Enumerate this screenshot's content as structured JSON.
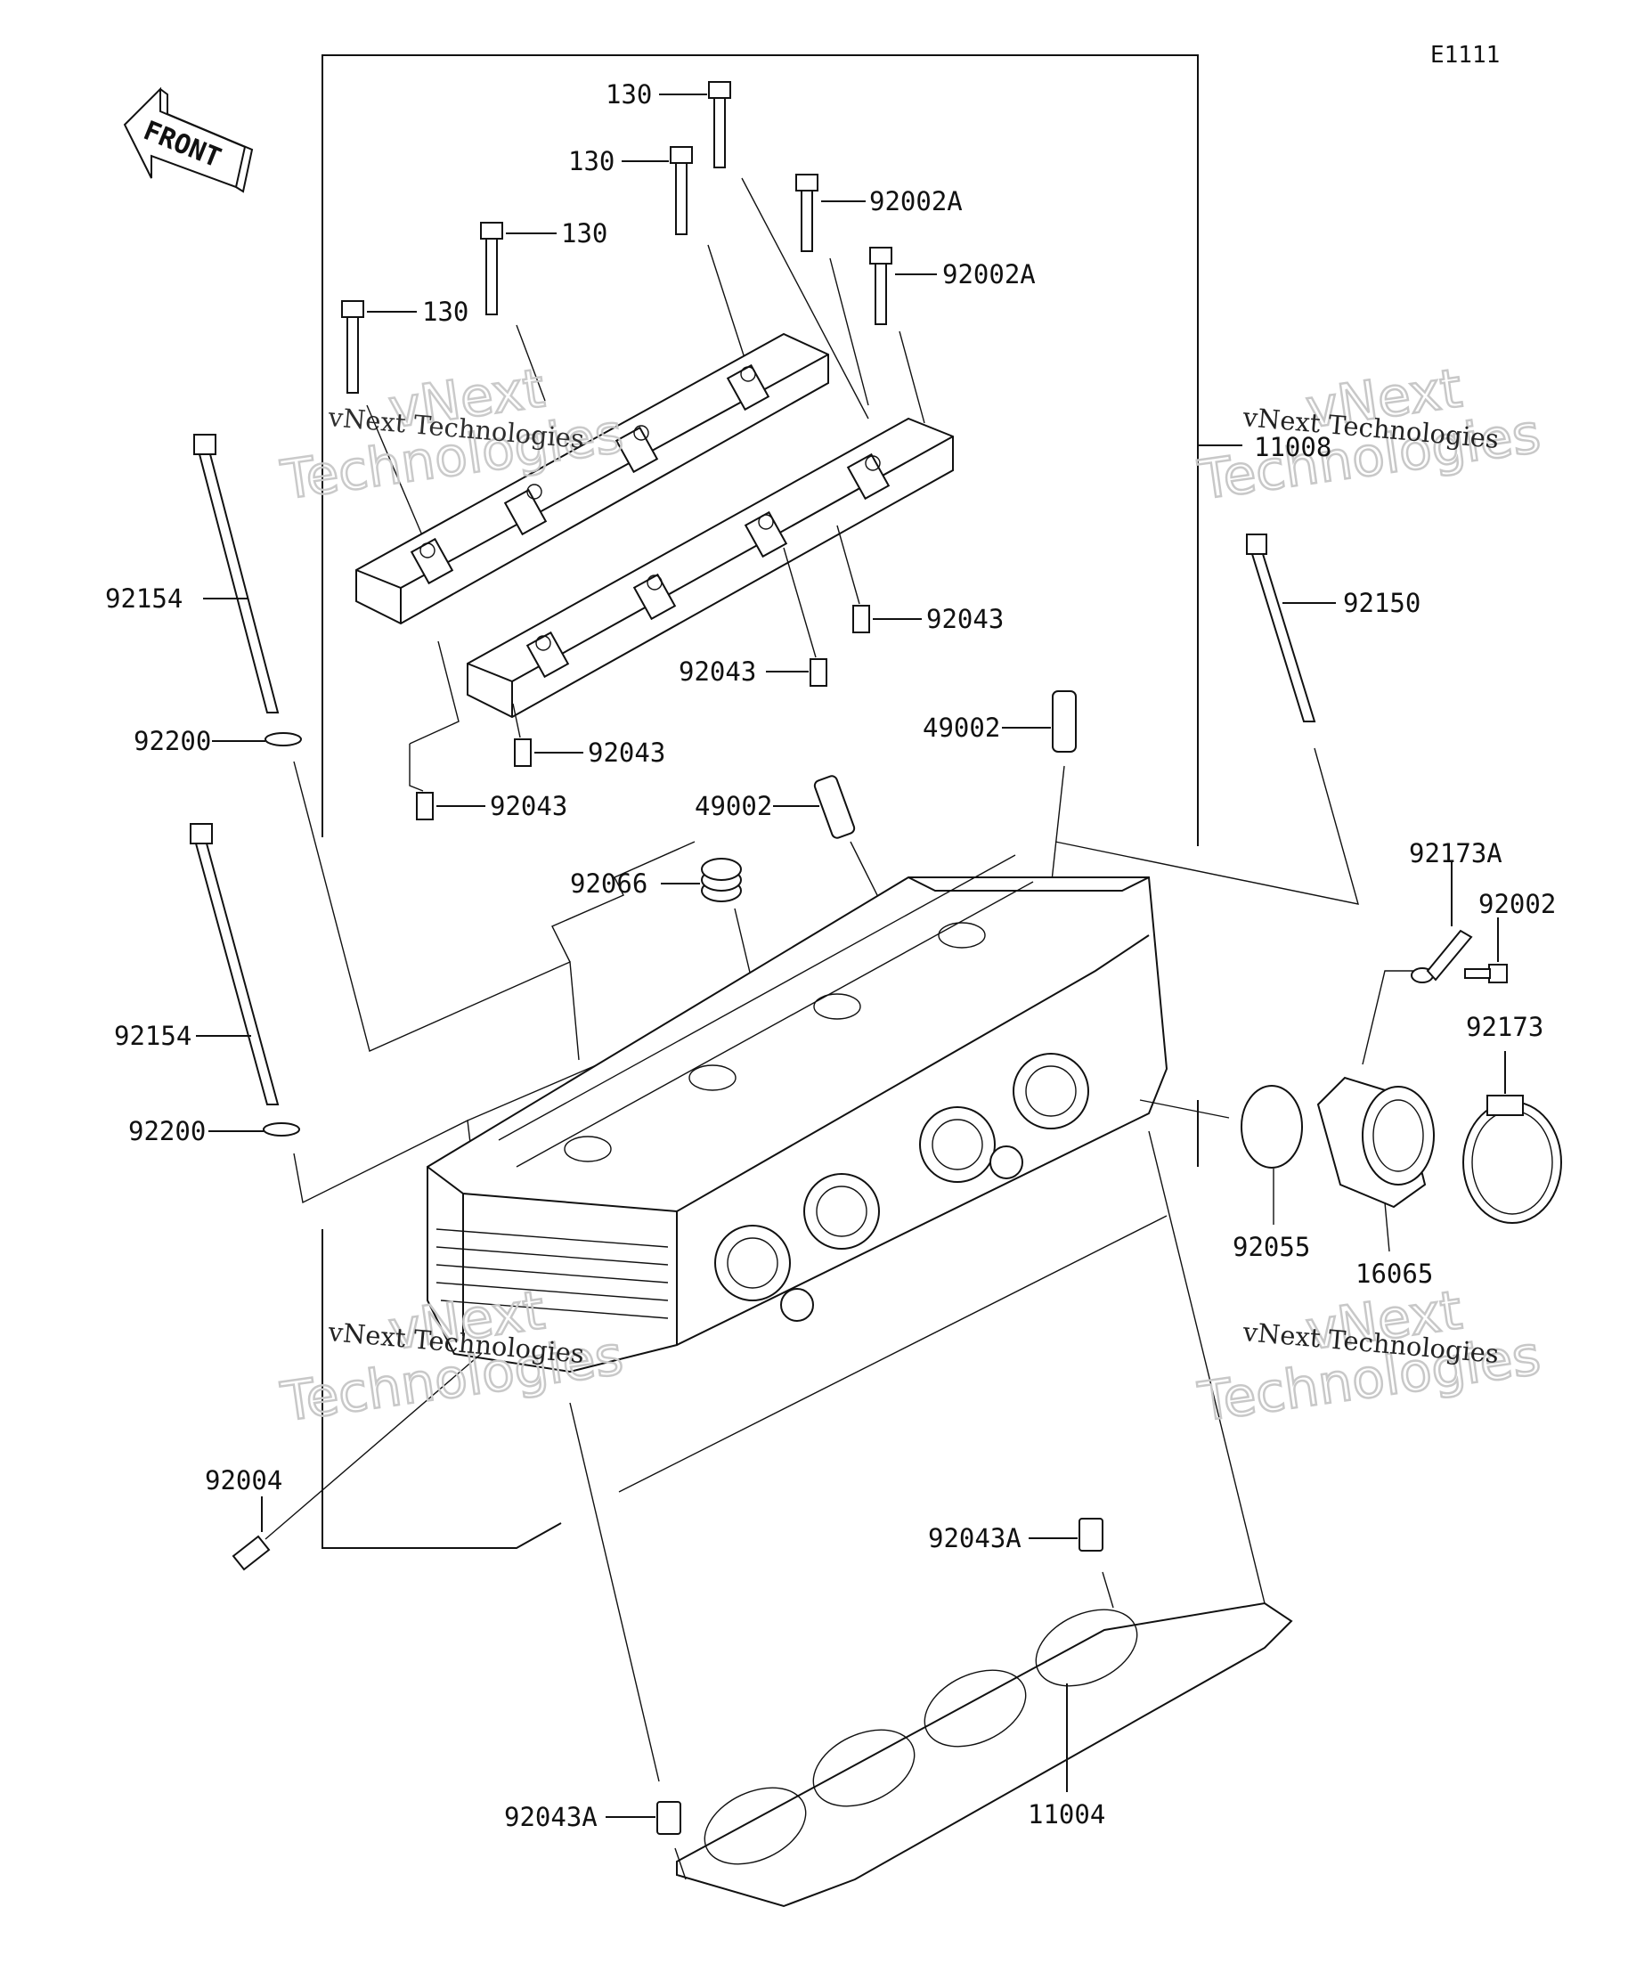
{
  "diagram_code": "E1111",
  "front_label": "FRONT",
  "watermark": {
    "line1": "vNext Technologies",
    "line2": "vNext\nTechnologies"
  },
  "parts": {
    "p130a": "130",
    "p130b": "130",
    "p130c": "130",
    "p130d": "130",
    "p92002A_a": "92002A",
    "p92002A_b": "92002A",
    "p11008": "11008",
    "p92154_a": "92154",
    "p92154_b": "92154",
    "p92200_a": "92200",
    "p92200_b": "92200",
    "p92043_a": "92043",
    "p92043_b": "92043",
    "p92043_c": "92043",
    "p92043_d": "92043",
    "p92150": "92150",
    "p49002_a": "49002",
    "p49002_b": "49002",
    "p92066": "92066",
    "p92173A": "92173A",
    "p92002": "92002",
    "p92173": "92173",
    "p92055": "92055",
    "p16065": "16065",
    "p92004": "92004",
    "p92043A_a": "92043A",
    "p92043A_b": "92043A",
    "p11004": "11004"
  }
}
